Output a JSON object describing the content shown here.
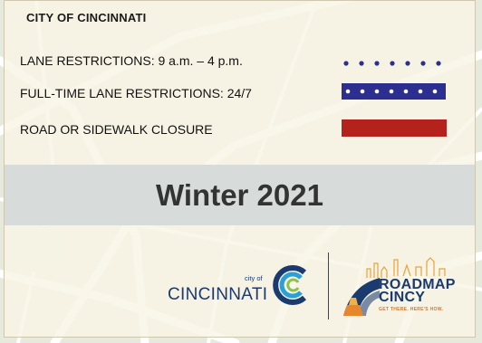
{
  "legend": {
    "agency": "CITY OF CINCINNATI",
    "items": [
      {
        "label": "LANE RESTRICTIONS: 9 a.m. – 4 p.m.",
        "symbol": "dotted-line",
        "color": "#2c2f8f"
      },
      {
        "label": "FULL-TIME LANE RESTRICTIONS: 24/7",
        "symbol": "dotted-band",
        "color": "#2c2f8f"
      },
      {
        "label": "ROAD OR SIDEWALK CLOSURE",
        "symbol": "solid-band",
        "color": "#b5221b"
      }
    ]
  },
  "season": {
    "title": "Winter 2021"
  },
  "logos": {
    "city": {
      "prefix": "city of",
      "name": "CINCINNATI"
    },
    "program": {
      "name_line1": "ROADMAP",
      "name_line2": "CINCY",
      "tagline": "GET THERE. HERE'S HOW."
    }
  },
  "colors": {
    "lane_restriction": "#2c2f8f",
    "closure": "#b5221b",
    "brand_blue": "#1b3a6e",
    "brand_orange": "#e8862e"
  }
}
